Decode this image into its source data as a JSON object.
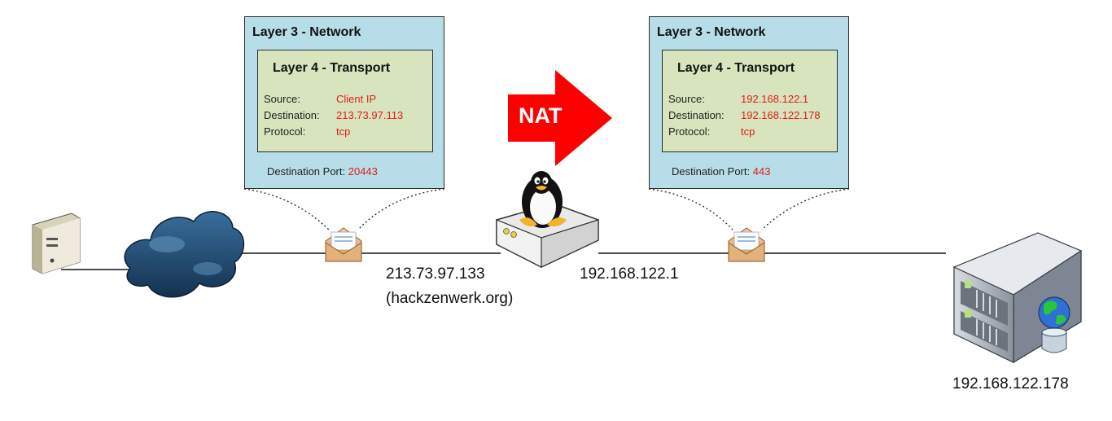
{
  "packets": {
    "before_nat": {
      "layer3_title": "Layer 3 - Network",
      "layer4_title": "Layer 4 - Transport",
      "source_label": "Source:",
      "source_value": "Client IP",
      "destination_label": "Destination:",
      "destination_value": "213.73.97.113",
      "protocol_label": "Protocol:",
      "protocol_value": "tcp",
      "port_label": "Destination Port:",
      "port_value": "20443"
    },
    "after_nat": {
      "layer3_title": "Layer 3 - Network",
      "layer4_title": "Layer 4 - Transport",
      "source_label": "Source:",
      "source_value": "192.168.122.1",
      "destination_label": "Destination:",
      "destination_value": "192.168.122.178",
      "protocol_label": "Protocol:",
      "protocol_value": "tcp",
      "port_label": "Destination Port:",
      "port_value": "443"
    }
  },
  "nat": {
    "label": "NAT"
  },
  "addresses": {
    "router_public_ip": "213.73.97.133",
    "router_public_host": "(hackzenwerk.org)",
    "router_private_ip": "192.168.122.1",
    "server_ip": "192.168.122.178"
  },
  "colors": {
    "layer3_fill": "#b7dde8",
    "layer4_fill": "#d7e4bd",
    "value_text": "#e21b1b",
    "nat_arrow": "#ff0000"
  },
  "icons": [
    "client-computer-icon",
    "internet-cloud-icon",
    "envelope-icon",
    "linux-router-icon",
    "tux-penguin-icon",
    "web-server-icon",
    "globe-icon"
  ]
}
